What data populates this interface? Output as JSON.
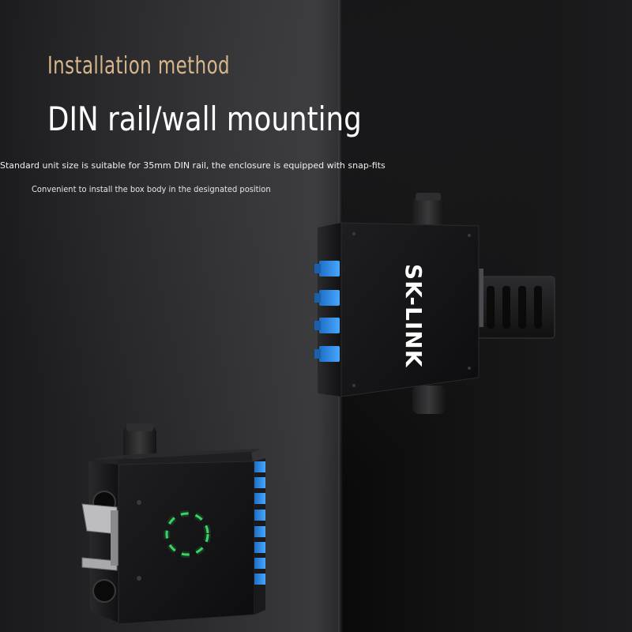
{
  "kicker": "Installation method",
  "title": "DIN rail/wall mounting",
  "description_line1": "Standard unit size is suitable for 35mm DIN rail, the enclosure is equipped with snap-fits",
  "description_line2": "Convenient to install the box body in the designated position",
  "brand_logo": "SK-LINK",
  "brand_mark": "®",
  "colors": {
    "kicker": "#d6b68a",
    "title": "#ffffff",
    "adapter_blue": "#2f8fe8",
    "led_green": "#3de86a",
    "enclosure": "#151517"
  },
  "icons": [
    "cable-gland-icon",
    "sc-adapter-icon",
    "din-rail-icon",
    "led-ring-icon"
  ]
}
